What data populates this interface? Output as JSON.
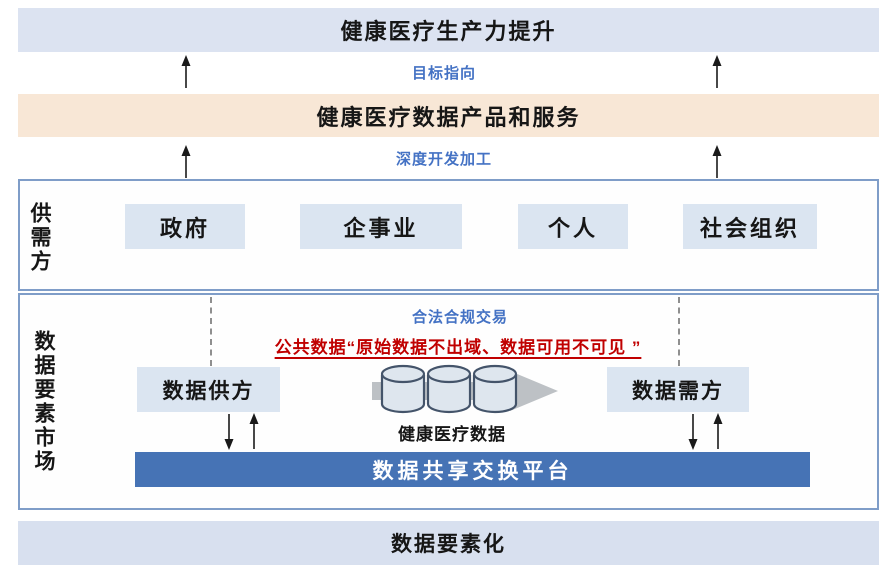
{
  "colors": {
    "top_bar_bg": "#dce3f1",
    "products_bar_bg": "#f8e7d6",
    "entity_box_bg": "#dbe5f1",
    "platform_bar_bg": "#4673b5",
    "bottom_bar_bg": "#d8e0ef",
    "frame_border": "#7f9dc8",
    "accent_blue_text": "#4472c4",
    "warning_red_text": "#c00000"
  },
  "top_bar": {
    "label": "健康医疗生产力提升"
  },
  "flows": {
    "goal_label": "目标指向",
    "process_label": "深度开发加工"
  },
  "products_bar": {
    "label": "健康医疗数据产品和服务"
  },
  "supply_demand": {
    "side_label": "供需方",
    "entities": [
      {
        "label": "政府"
      },
      {
        "label": "企事业"
      },
      {
        "label": "个人"
      },
      {
        "label": "社会组织"
      }
    ]
  },
  "market": {
    "side_label": "数据要素市场",
    "trade_label": "合法合规交易",
    "public_data_note": "公共数据“原始数据不出域、数据可用不可见 ”",
    "supplier_label": "数据供方",
    "demander_label": "数据需方",
    "data_flow_label": "健康医疗数据",
    "platform_label": "数据共享交换平台"
  },
  "bottom_bar": {
    "label": "数据要素化"
  }
}
